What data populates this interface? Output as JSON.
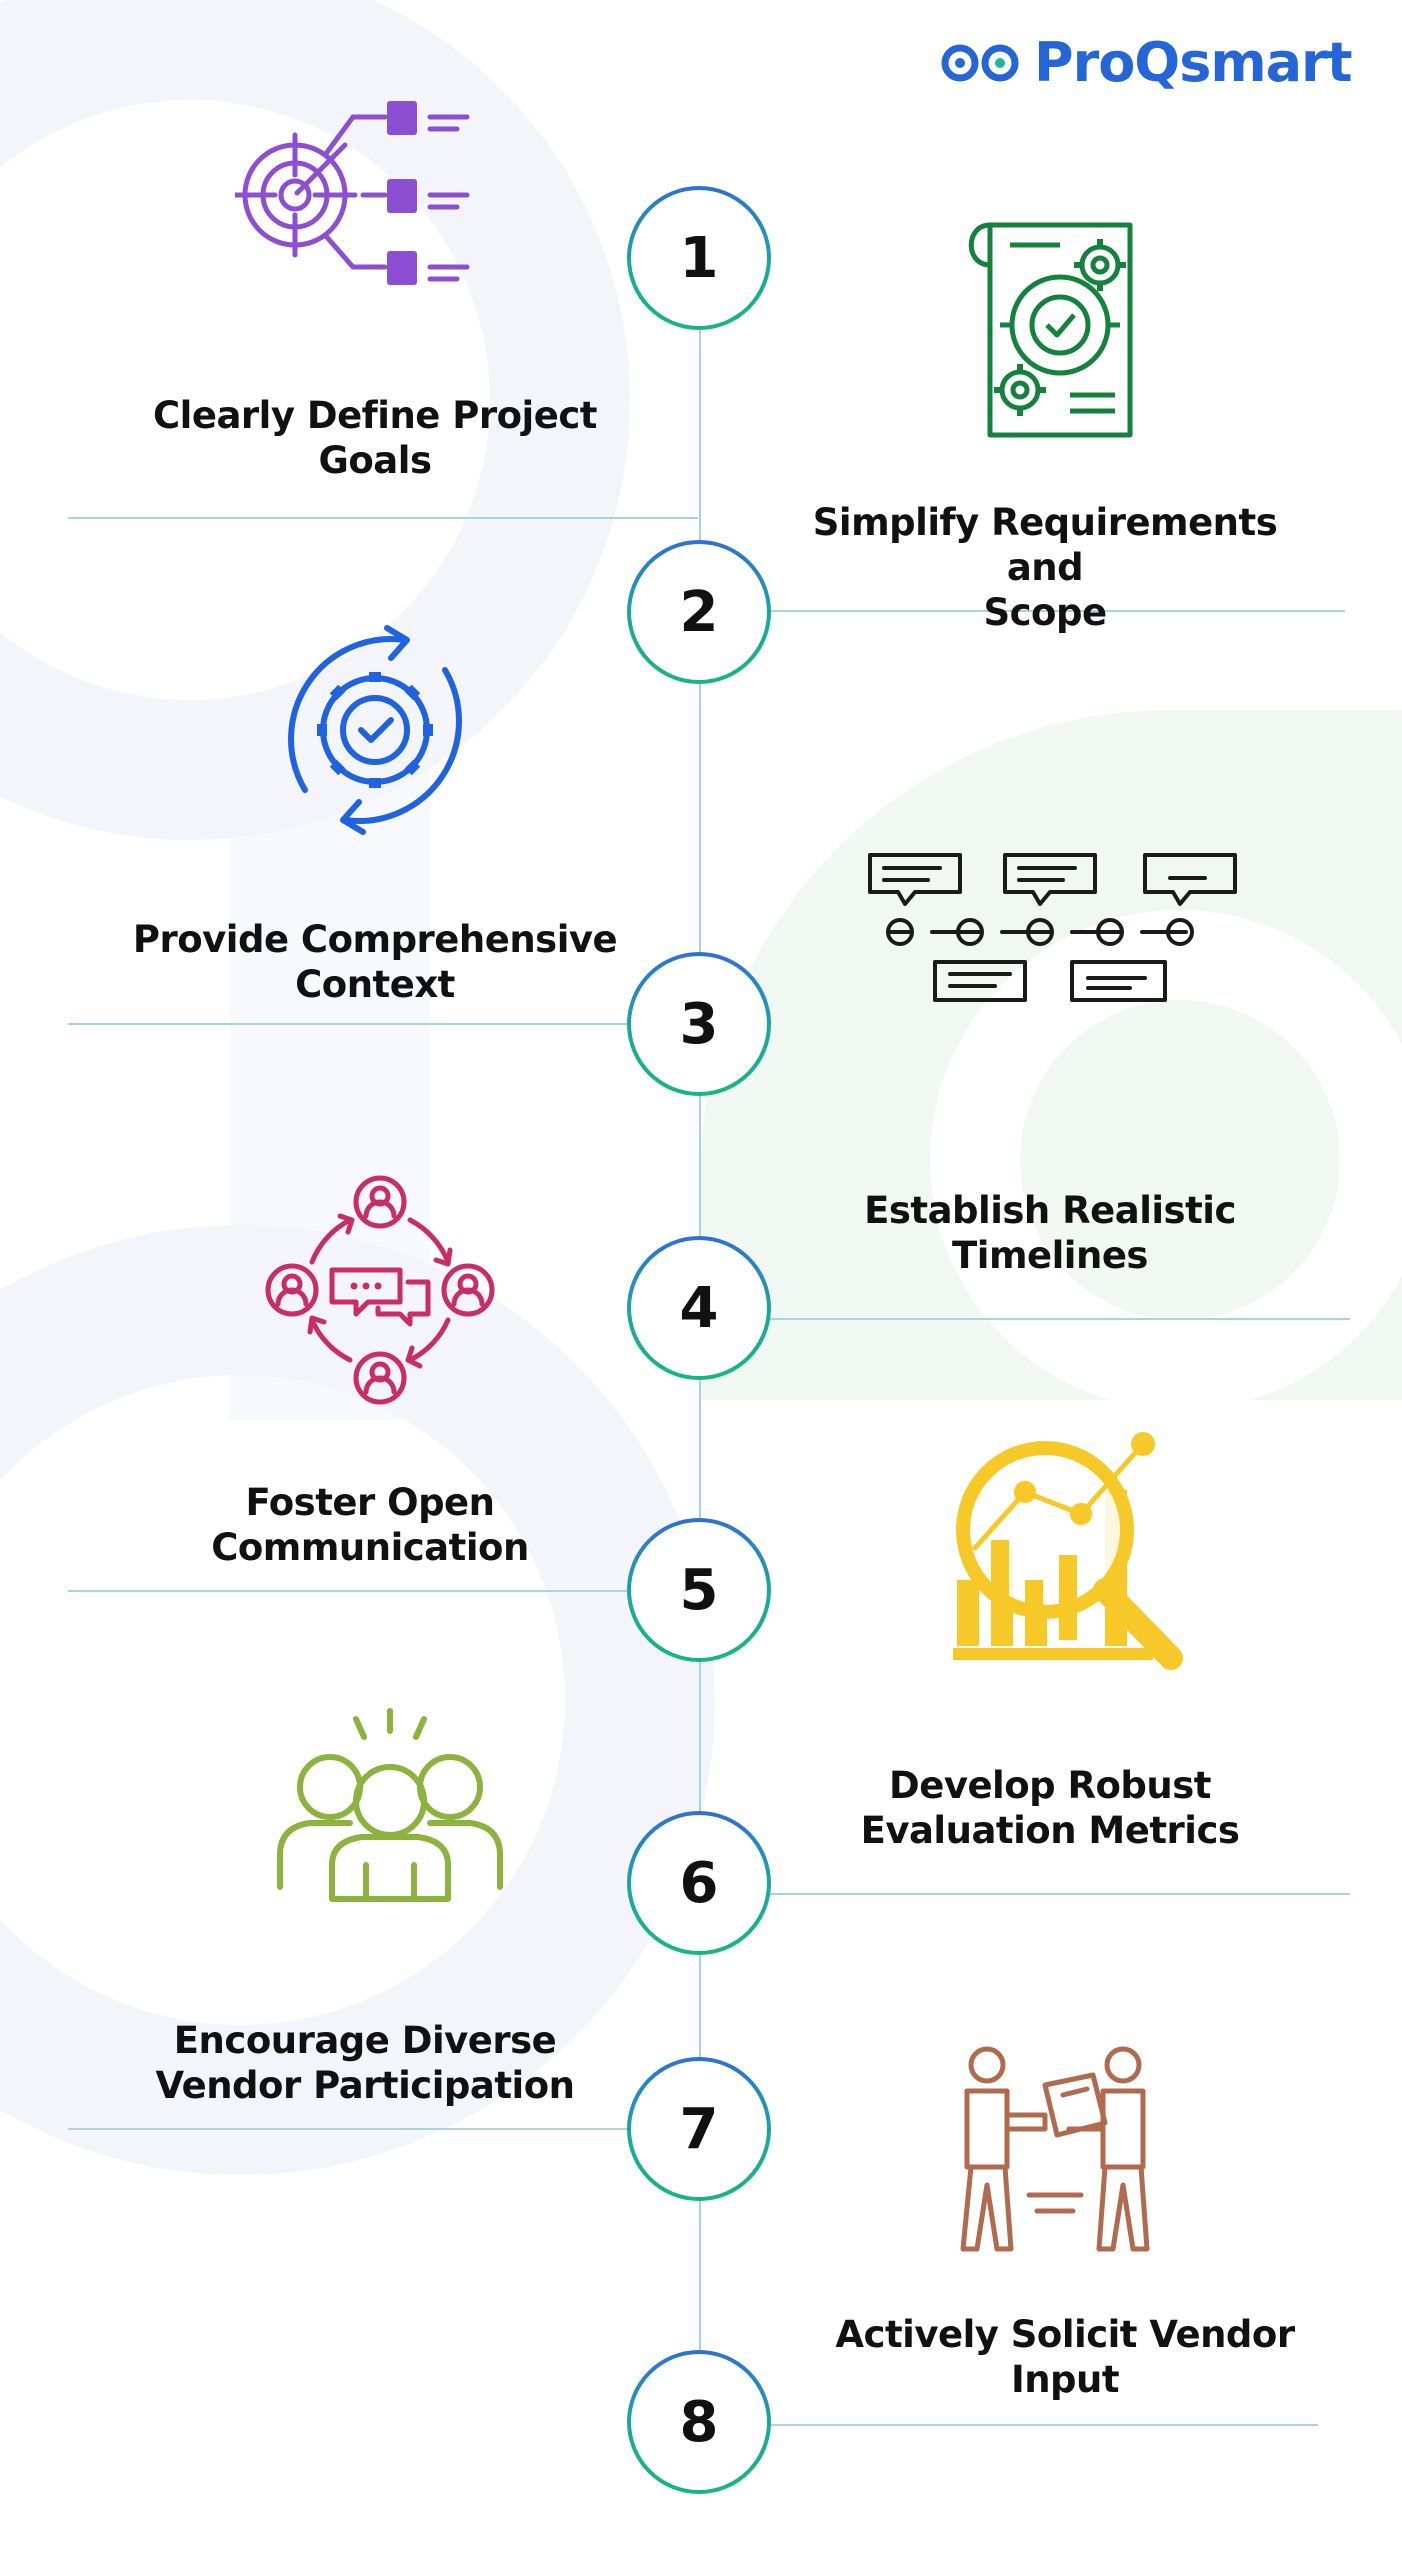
{
  "brand": {
    "name": "ProQsmart",
    "color": "#2466d8"
  },
  "steps": [
    {
      "number": "1",
      "label_line1": "Clearly Define Project",
      "label_line2": "Goals",
      "icon": "target-checklist-icon",
      "color": "#8c4fd4"
    },
    {
      "number": "2",
      "label_line1": "Simplify Requirements and",
      "label_line2": "Scope",
      "icon": "document-gears-icon",
      "color": "#13823c"
    },
    {
      "number": "3",
      "label_line1": "Provide Comprehensive",
      "label_line2": "Context",
      "icon": "gear-check-cycle-icon",
      "color": "#1f63e0"
    },
    {
      "number": "4",
      "label_line1": "Establish Realistic",
      "label_line2": "Timelines",
      "icon": "timeline-icon",
      "color": "#1a1a1a"
    },
    {
      "number": "5",
      "label_line1": "Foster Open",
      "label_line2": "Communication",
      "icon": "people-chat-icon",
      "color": "#c92d64"
    },
    {
      "number": "6",
      "label_line1": "Develop Robust",
      "label_line2": "Evaluation Metrics",
      "icon": "chart-magnifier-icon",
      "color": "#f6c928"
    },
    {
      "number": "7",
      "label_line1": "Encourage Diverse",
      "label_line2": "Vendor Participation",
      "icon": "team-group-icon",
      "color": "#8bb33e"
    },
    {
      "number": "8",
      "label_line1": "Actively Solicit Vendor",
      "label_line2": "Input",
      "icon": "people-exchange-icon",
      "color": "#b06a4e"
    }
  ]
}
